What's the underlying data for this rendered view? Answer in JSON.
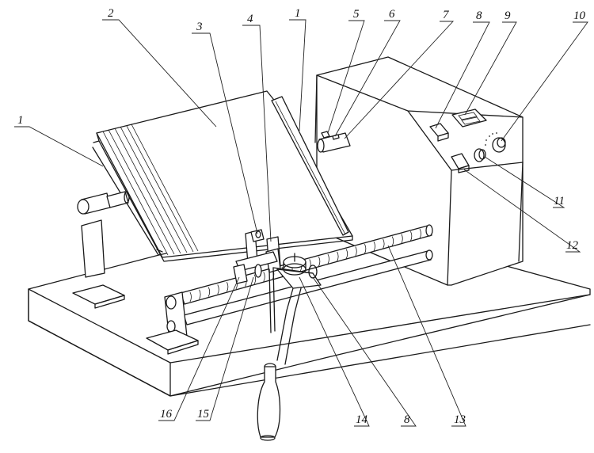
{
  "figure": {
    "type": "patent-style mechanical line drawing",
    "subject": "inclined-plate roller machine with control box",
    "ink_color": "#1a1a1a",
    "background": "#ffffff"
  },
  "labels": [
    {
      "id": "l1a",
      "text": "1",
      "part": "side-rail"
    },
    {
      "id": "l2",
      "text": "2",
      "part": "plate"
    },
    {
      "id": "l3",
      "text": "3",
      "part": "clamp"
    },
    {
      "id": "l4",
      "text": "4",
      "part": "upright-block"
    },
    {
      "id": "l1b",
      "text": "1",
      "part": "side-rail"
    },
    {
      "id": "l5",
      "text": "5",
      "part": "motor-top-fitting"
    },
    {
      "id": "l6",
      "text": "6",
      "part": "motor-connector"
    },
    {
      "id": "l7",
      "text": "7",
      "part": "motor"
    },
    {
      "id": "l8",
      "text": "8",
      "part": "power-switch"
    },
    {
      "id": "l9",
      "text": "9",
      "part": "digital-display"
    },
    {
      "id": "l10",
      "text": "10",
      "part": "control-knob"
    },
    {
      "id": "l11",
      "text": "11",
      "part": "indicator-lamp"
    },
    {
      "id": "l12",
      "text": "12",
      "part": "direction-switch"
    },
    {
      "id": "l13",
      "text": "13",
      "part": "guide-rod"
    },
    {
      "id": "l8b",
      "text": "8",
      "part": "bracket"
    },
    {
      "id": "l14",
      "text": "14",
      "part": "pulley"
    },
    {
      "id": "l15",
      "text": "15",
      "part": "lever-arm"
    },
    {
      "id": "l16",
      "text": "16",
      "part": "screw-shaft"
    }
  ]
}
